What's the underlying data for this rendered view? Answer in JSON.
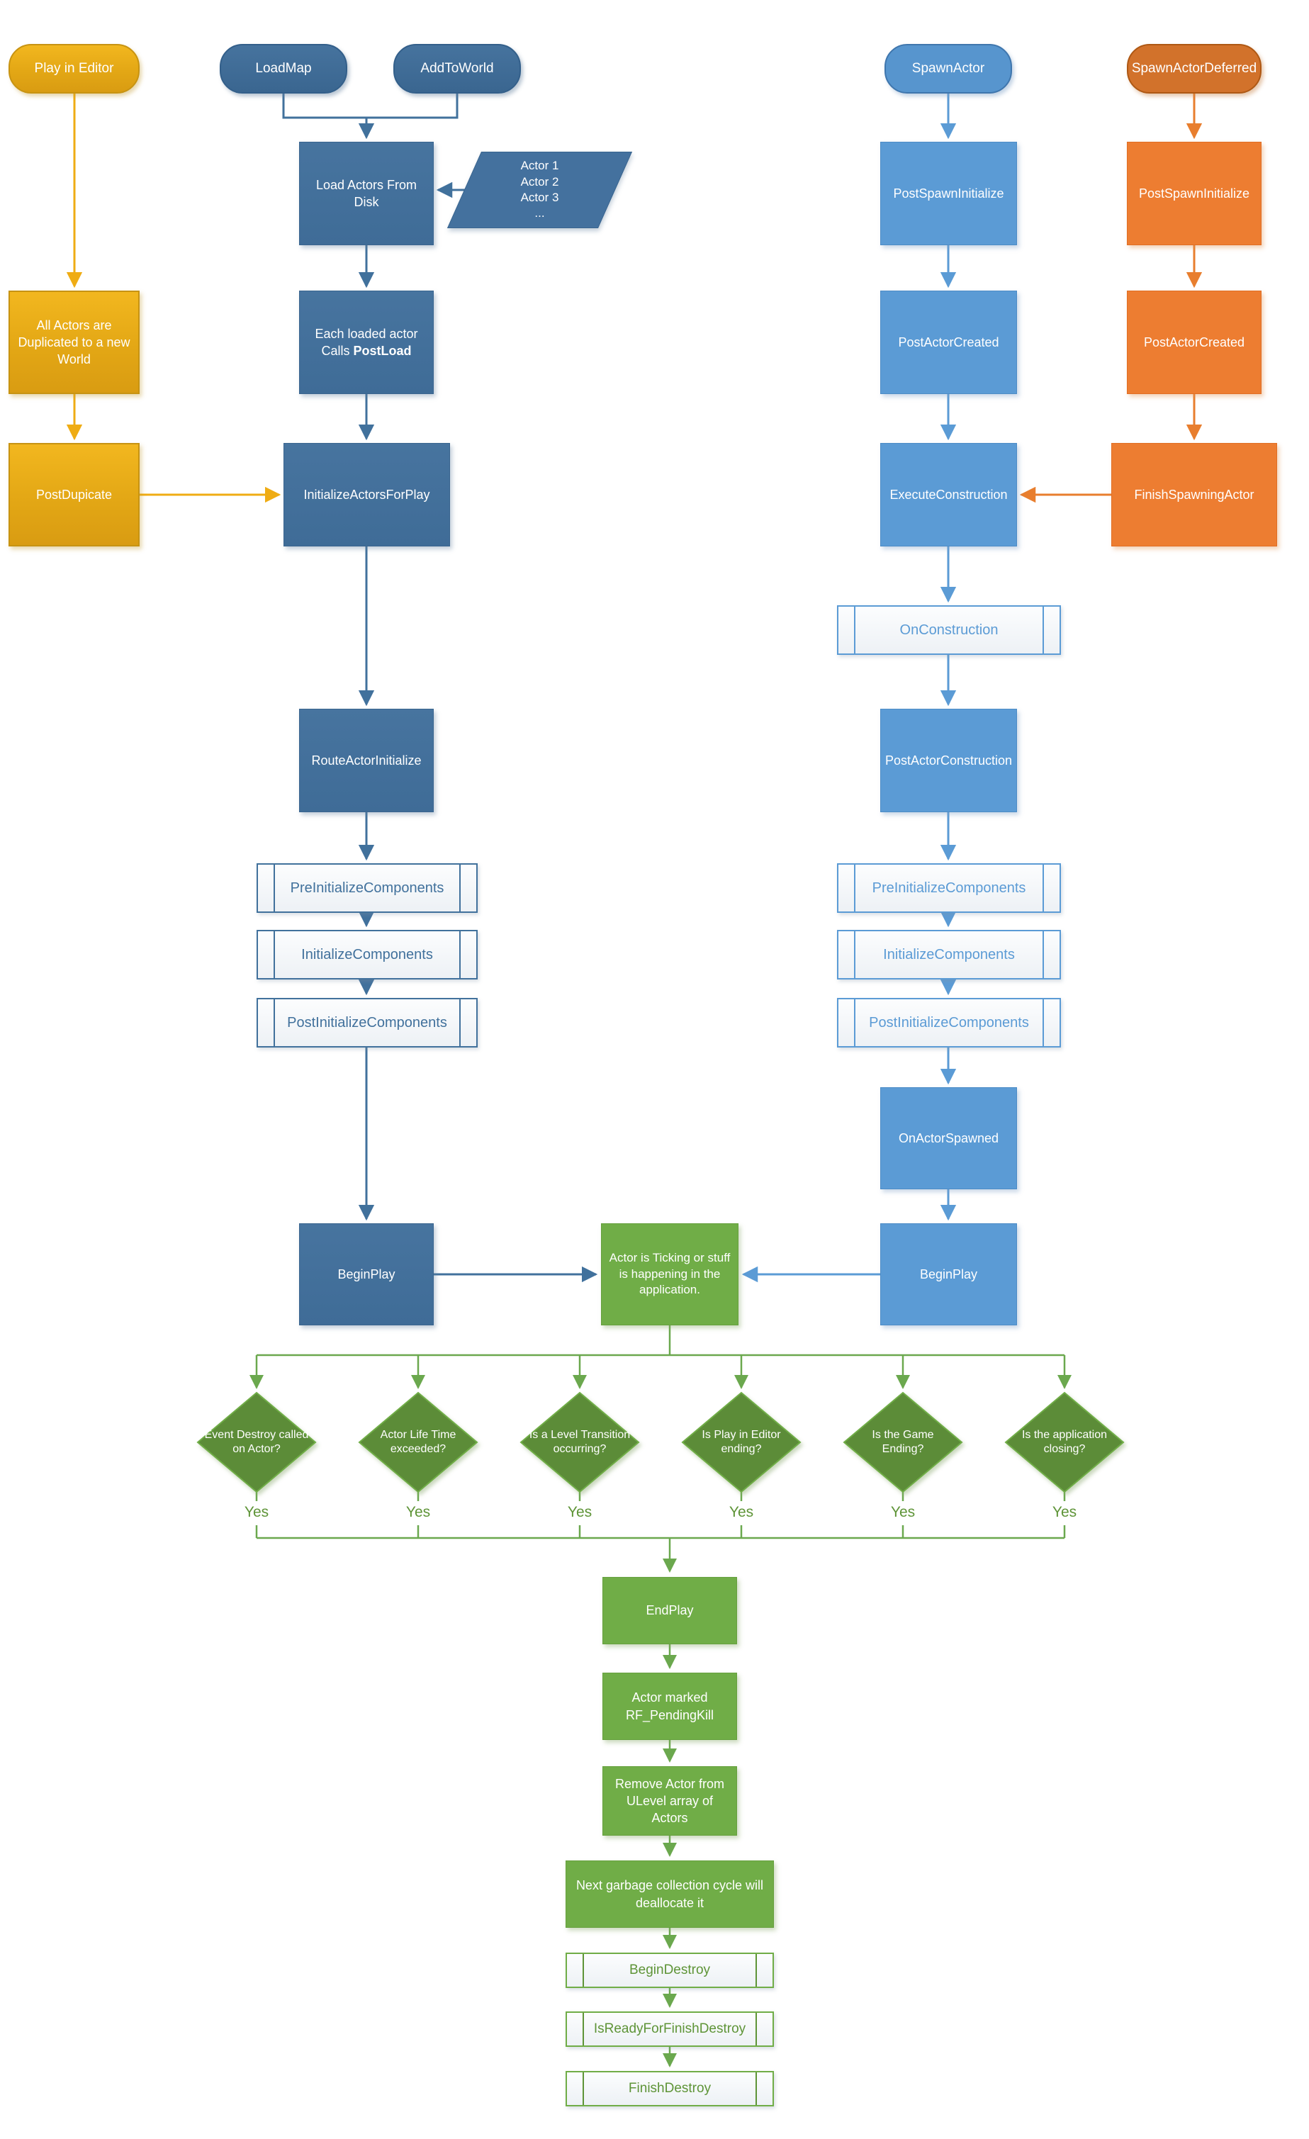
{
  "palette": {
    "gold": "#E3A715",
    "gold_border": "#C79312",
    "blue_dark": "#41719C",
    "blue_light": "#5B9BD5",
    "orange": "#ED7D31",
    "orange_dark": "#D2722B",
    "green": "#70AD47",
    "green_dark": "#5C8C38",
    "background": "#FFFFFF"
  },
  "nodes": {
    "play_in_editor": "Play in Editor",
    "load_map": "LoadMap",
    "add_to_world": "AddToWorld",
    "spawn_actor": "SpawnActor",
    "spawn_actor_deferred": "SpawnActorDeferred",
    "load_actors_from_disk": "Load Actors From Disk",
    "actor_list": "Actor 1\nActor 2\nActor 3\n...",
    "all_actors_duplicated": "All Actors are Duplicated to a new World",
    "each_loaded_actor_line1": "Each loaded actor",
    "each_loaded_actor_calls": "Calls",
    "each_loaded_actor_postload": "PostLoad",
    "post_dupicate": "PostDupicate",
    "initialize_actors_for_play": "InitializeActorsForPlay",
    "route_actor_initialize": "RouteActorInitialize",
    "pre_initialize_components_left": "PreInitializeComponents",
    "initialize_components_left": "InitializeComponents",
    "post_initialize_components_left": "PostInitializeComponents",
    "begin_play_left": "BeginPlay",
    "post_spawn_initialize_blue": "PostSpawnInitialize",
    "post_actor_created_blue": "PostActorCreated",
    "execute_construction": "ExecuteConstruction",
    "on_construction": "OnConstruction",
    "post_actor_construction": "PostActorConstruction",
    "pre_initialize_components_right": "PreInitializeComponents",
    "initialize_components_right": "InitializeComponents",
    "post_initialize_components_right": "PostInitializeComponents",
    "on_actor_spawned": "OnActorSpawned",
    "begin_play_right": "BeginPlay",
    "post_spawn_initialize_orange": "PostSpawnInitialize",
    "post_actor_created_orange": "PostActorCreated",
    "finish_spawning_actor": "FinishSpawningActor",
    "actor_ticking": "Actor is Ticking or stuff is happening in the application.",
    "end_play": "EndPlay",
    "actor_marked_pending_kill": "Actor marked RF_PendingKill",
    "remove_actor": "Remove Actor from ULevel array of Actors",
    "next_garbage": "Next garbage collection cycle will deallocate it",
    "begin_destroy": "BeginDestroy",
    "is_ready_for_finish_destroy": "IsReadyForFinishDestroy",
    "finish_destroy": "FinishDestroy"
  },
  "decisions": [
    {
      "label": "Event Destroy called on Actor?",
      "branch": "Yes"
    },
    {
      "label": "Actor Life Time exceeded?",
      "branch": "Yes"
    },
    {
      "label": "Is a Level Transition occurring?",
      "branch": "Yes"
    },
    {
      "label": "Is Play in Editor ending?",
      "branch": "Yes"
    },
    {
      "label": "Is the Game Ending?",
      "branch": "Yes"
    },
    {
      "label": "Is the application closing?",
      "branch": "Yes"
    }
  ]
}
